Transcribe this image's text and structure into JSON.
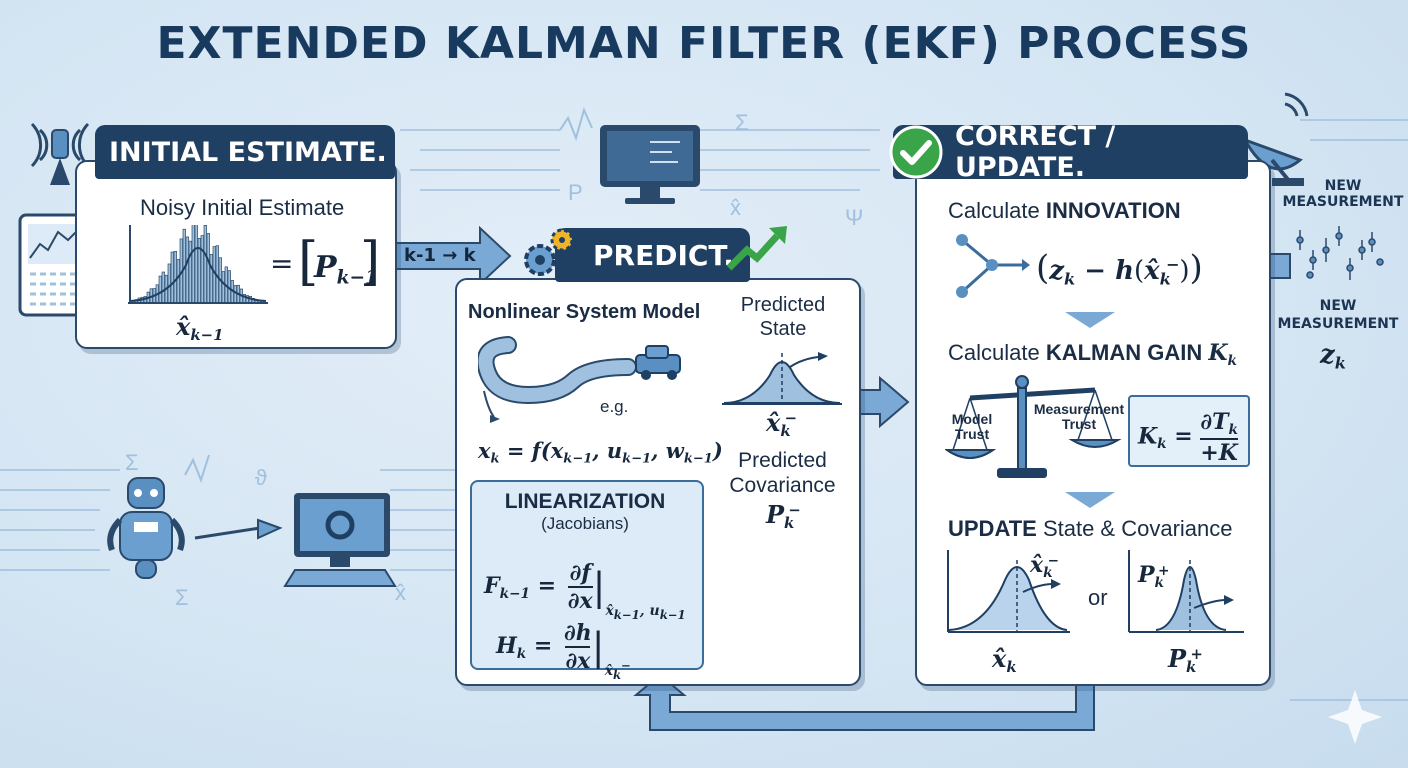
{
  "title": "EXTENDED KALMAN FILTER (EKF) PROCESS",
  "initial": {
    "header": "INITIAL ESTIMATE.",
    "caption": "Noisy Initial Estimate",
    "equals": "=",
    "matrix_symbol": "P",
    "matrix_sub": "k−1",
    "state_symbol": "x̂",
    "state_sub": "k−1",
    "arrow_label": "k-1 → k"
  },
  "predict": {
    "header": "PREDICT.",
    "model_title": "Nonlinear System Model",
    "eg": "e.g.",
    "model_eq_lhs": "x",
    "model_eq_rhs": "= f(x",
    "model_eq_args": "k−1, u k−1, w k−1",
    "predicted_state_label": "Predicted\nState",
    "predicted_cov_label": "Predicted\nCovariance",
    "lin_title": "LINEARIZATION",
    "lin_sub": "(Jacobians)"
  },
  "correct": {
    "header": "CORRECT / UPDATE.",
    "innovation_label": "Calculate",
    "innovation_bold": "INNOVATION",
    "gain_label": "Calculate",
    "gain_bold": "KALMAN GAIN",
    "gain_symbol": "K",
    "model_trust": "Model\nTrust",
    "measurement_trust": "Measurement\nTrust",
    "update_bold": "UPDATE",
    "update_rest": " State & Covariance",
    "or": "or"
  },
  "measurement": {
    "top_label": "NEW\nMEASUREMENT",
    "bottom_label": "NEW\nMEASUREMENT",
    "symbol": "z",
    "sub": "k"
  },
  "colors": {
    "header_bg": "#1f3f63",
    "accent": "#3b6d9b",
    "arrow": "#6a9fd0",
    "green_check": "#3aa548",
    "background": "#d4e5f3"
  },
  "icons": [
    "antenna-icon",
    "satellite-dish-icon",
    "gears-icon",
    "trend-arrow-icon",
    "check-icon",
    "monitor-icon",
    "robot-icon",
    "tablet-chart-icon",
    "scale-icon",
    "car-icon"
  ]
}
